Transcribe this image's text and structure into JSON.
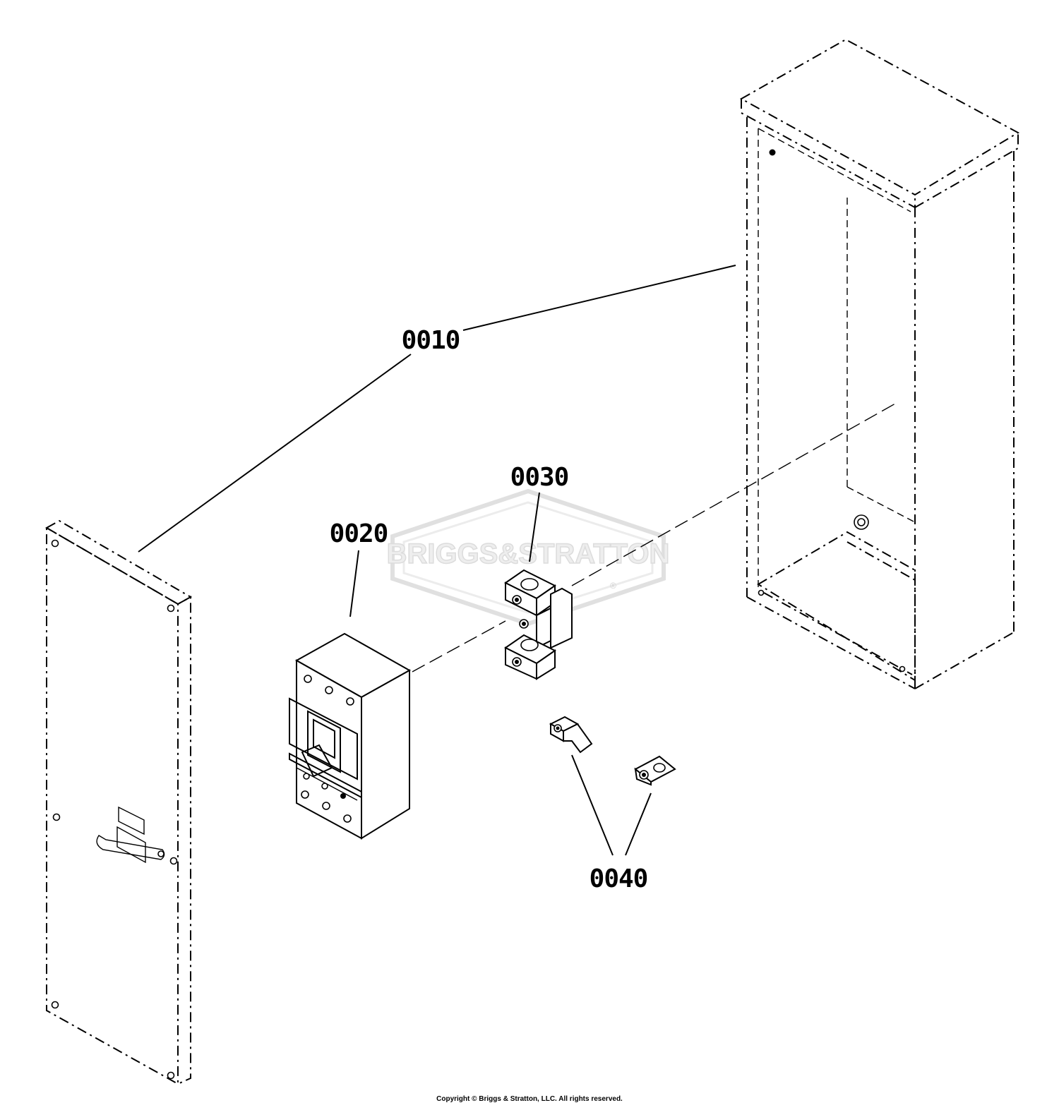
{
  "watermark": {
    "text": "BRIGGS&STRATTON",
    "registered_mark": "®"
  },
  "callouts": [
    {
      "id": "0010",
      "label": "0010"
    },
    {
      "id": "0020",
      "label": "0020"
    },
    {
      "id": "0030",
      "label": "0030"
    },
    {
      "id": "0040",
      "label": "0040"
    }
  ],
  "copyright": "Copyright © Briggs & Stratton, LLC. All rights reserved."
}
